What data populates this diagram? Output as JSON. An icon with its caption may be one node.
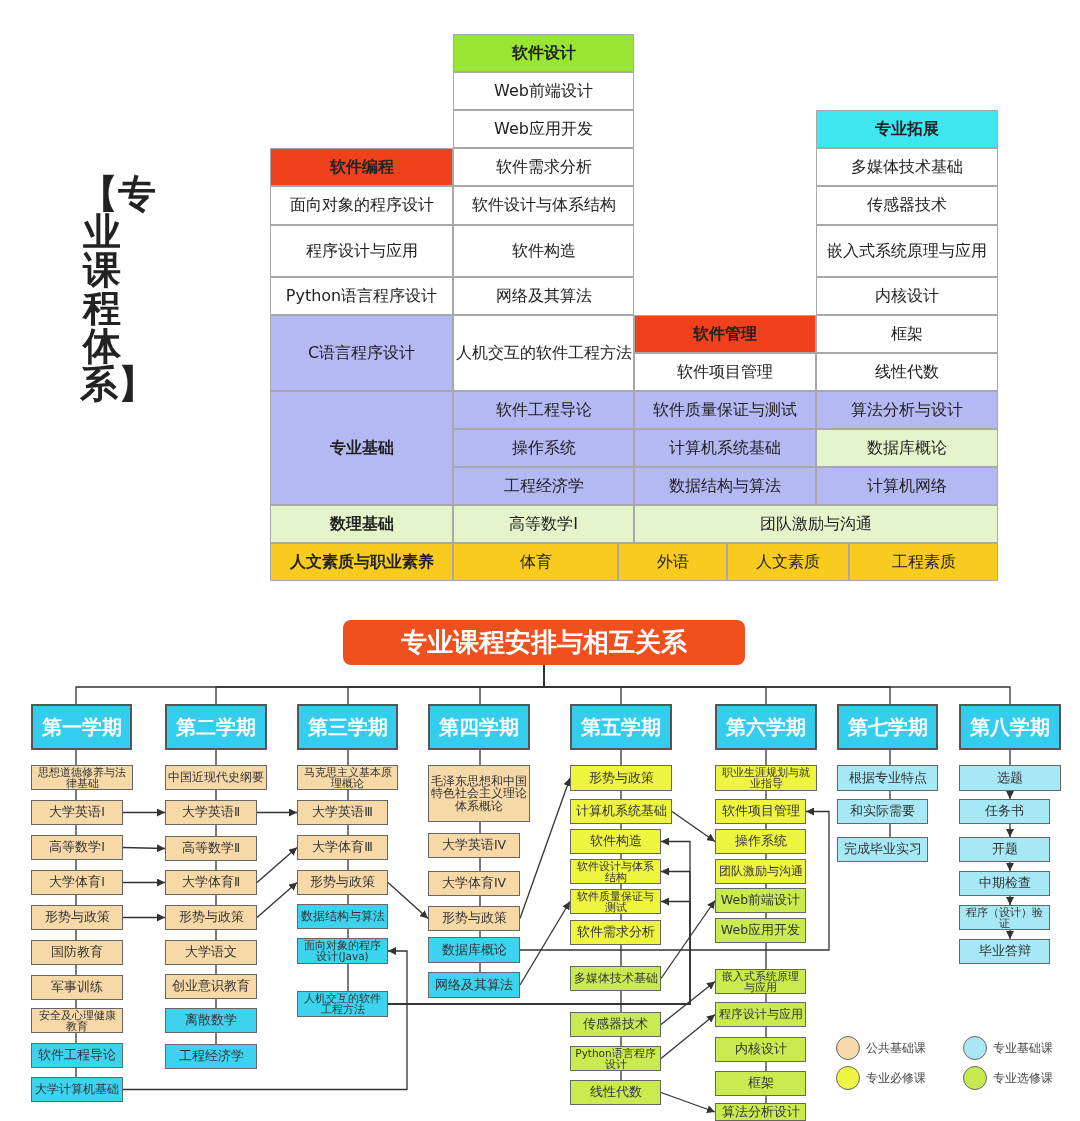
{
  "diagram": {
    "title": "【专业课程体系】",
    "nodes": [
      {
        "text": [
          "软件设计"
        ]
      },
      {
        "text": [
          "Web前端设计"
        ]
      },
      {
        "text": [
          "Web应用开发"
        ]
      },
      {
        "text": [
          "专业拓展"
        ]
      },
      {
        "text": [
          "软件编程"
        ]
      },
      {
        "text": [
          "软件需求分析"
        ]
      },
      {
        "text": [
          "多媒体技术基础"
        ]
      },
      {
        "text": [
          "面向对象的程序设计"
        ]
      },
      {
        "text": [
          "软件设计与体系结构"
        ]
      },
      {
        "text": [
          "传感器技术"
        ]
      },
      {
        "text": [
          "程序设计与应用"
        ]
      },
      {
        "text": [
          "软件构造"
        ]
      },
      {
        "text": [
          "嵌入式系统原理与应用"
        ]
      },
      {
        "text": [
          "Python语言程序设计"
        ]
      },
      {
        "text": [
          "网络及其算法"
        ]
      },
      {
        "text": [
          "内核设计"
        ]
      },
      {
        "text": [
          "C语言程序设计"
        ]
      },
      {
        "text": [
          "人机交互的软件工程方法"
        ]
      },
      {
        "text": [
          "软件管理"
        ]
      },
      {
        "text": [
          "框架"
        ]
      },
      {
        "text": [
          "软件项目管理"
        ]
      },
      {
        "text": [
          "线性代数"
        ]
      },
      {
        "text": [
          "专业基础"
        ]
      },
      {
        "text": [
          "软件工程导论"
        ]
      },
      {
        "text": [
          "软件质量保证与测试"
        ]
      },
      {
        "text": [
          "算法分析与设计"
        ]
      },
      {
        "text": [
          "操作系统"
        ]
      },
      {
        "text": [
          "计算机系统基础"
        ]
      },
      {
        "text": [
          "数据库概论"
        ]
      },
      {
        "text": [
          "工程经济学"
        ]
      },
      {
        "text": [
          "数据结构与算法"
        ]
      },
      {
        "text": [
          "计算机网络"
        ]
      },
      {
        "text": [
          "数理基础"
        ]
      },
      {
        "text": [
          "高等数学Ⅰ"
        ]
      },
      {
        "text": [
          "团队激励与沟通"
        ]
      },
      {
        "text": [
          "人文素质与职业素养"
        ]
      },
      {
        "text": [
          "体育"
        ]
      },
      {
        "text": [
          "外语"
        ]
      },
      {
        "text": [
          "人文素质"
        ]
      },
      {
        "text": [
          "工程素质"
        ]
      },
      {
        "text": [
          "专业课程安排与相互关系"
        ]
      },
      {
        "text": [
          "第一学期"
        ]
      },
      {
        "text": [
          "思想道德修养与法律基础"
        ]
      },
      {
        "text": [
          "大学英语Ⅰ"
        ]
      },
      {
        "text": [
          "高等数学Ⅰ"
        ]
      },
      {
        "text": [
          "大学体育Ⅰ"
        ]
      },
      {
        "text": [
          "形势与政策"
        ]
      },
      {
        "text": [
          "国防教育"
        ]
      },
      {
        "text": [
          "军事训练"
        ]
      },
      {
        "text": [
          "安全及心理健康教育"
        ]
      },
      {
        "text": [
          "软件工程导论"
        ]
      },
      {
        "text": [
          "大学计算机基础"
        ]
      },
      {
        "text": [
          "第二学期"
        ]
      },
      {
        "text": [
          "中国近现代史纲要"
        ]
      },
      {
        "text": [
          "大学英语Ⅱ"
        ]
      },
      {
        "text": [
          "高等数学Ⅱ"
        ]
      },
      {
        "text": [
          "大学体育Ⅱ"
        ]
      },
      {
        "text": [
          "形势与政策"
        ]
      },
      {
        "text": [
          "大学语文"
        ]
      },
      {
        "text": [
          "创业意识教育"
        ]
      },
      {
        "text": [
          "离散数学"
        ]
      },
      {
        "text": [
          "工程经济学"
        ]
      },
      {
        "text": [
          "第三学期"
        ]
      },
      {
        "text": [
          "马克思主义基本原理概论"
        ]
      },
      {
        "text": [
          "大学英语Ⅲ"
        ]
      },
      {
        "text": [
          "大学体育Ⅲ"
        ]
      },
      {
        "text": [
          "形势与政策"
        ]
      },
      {
        "text": [
          "数据结构与算法"
        ]
      },
      {
        "text": [
          "面向对象的程序设计(Java)"
        ]
      },
      {
        "text": [
          "人机交互的软件工程方法"
        ]
      },
      {
        "text": [
          "第四学期"
        ]
      },
      {
        "text": [
          "毛泽东思想和中国特色社会主义理论体系概论"
        ]
      },
      {
        "text": [
          "大学英语IV"
        ]
      },
      {
        "text": [
          "大学体育IV"
        ]
      },
      {
        "text": [
          "形势与政策"
        ]
      },
      {
        "text": [
          "数据库概论"
        ]
      },
      {
        "text": [
          "网络及其算法"
        ]
      },
      {
        "text": [
          "第五学期"
        ]
      },
      {
        "text": [
          "形势与政策"
        ]
      },
      {
        "text": [
          "计算机系统基础"
        ]
      },
      {
        "text": [
          "软件构造"
        ]
      },
      {
        "text": [
          "软件设计与体系结构"
        ]
      },
      {
        "text": [
          "软件质量保证与测试"
        ]
      },
      {
        "text": [
          "软件需求分析"
        ]
      },
      {
        "text": [
          "多媒体技术基础"
        ]
      },
      {
        "text": [
          "传感器技术"
        ]
      },
      {
        "text": [
          "Python语言程序设计"
        ]
      },
      {
        "text": [
          "线性代数"
        ]
      },
      {
        "text": [
          "第六学期"
        ]
      },
      {
        "text": [
          "职业生涯规划与就业指导"
        ]
      },
      {
        "text": [
          "软件项目管理"
        ]
      },
      {
        "text": [
          "操作系统"
        ]
      },
      {
        "text": [
          "团队激励与沟通"
        ]
      },
      {
        "text": [
          "Web前端设计"
        ]
      },
      {
        "text": [
          "Web应用开发"
        ]
      },
      {
        "text": [
          "嵌入式系统原理与应用"
        ]
      },
      {
        "text": [
          "程序设计与应用"
        ]
      },
      {
        "text": [
          "内核设计"
        ]
      },
      {
        "text": [
          "框架"
        ]
      },
      {
        "text": [
          "算法分析设计"
        ]
      },
      {
        "text": [
          "第七学期"
        ]
      },
      {
        "text": [
          "根据专业特点"
        ]
      },
      {
        "text": [
          "和实际需要"
        ]
      },
      {
        "text": [
          "完成毕业实习"
        ]
      },
      {
        "text": [
          "第八学期"
        ]
      },
      {
        "text": [
          "选题"
        ]
      },
      {
        "text": [
          "任务书"
        ]
      },
      {
        "text": [
          "开题"
        ]
      },
      {
        "text": [
          "中期检查"
        ]
      },
      {
        "text": [
          "程序（设计）验证"
        ]
      },
      {
        "text": [
          "毕业答辩"
        ]
      }
    ],
    "edges": [
      {
        "from": 40,
        "to": 41,
        "arrow": "none"
      },
      {
        "from": 40,
        "to": 52,
        "arrow": "none"
      },
      {
        "from": 40,
        "to": 62,
        "arrow": "none"
      },
      {
        "from": 40,
        "to": 70,
        "arrow": "none"
      },
      {
        "from": 40,
        "to": 77,
        "arrow": "none"
      },
      {
        "from": 40,
        "to": 88,
        "arrow": "none"
      },
      {
        "from": 40,
        "to": 100,
        "arrow": "none"
      },
      {
        "from": 40,
        "to": 104,
        "arrow": "none"
      },
      {
        "from": 41,
        "to": 42,
        "arrow": "none"
      },
      {
        "from": 42,
        "to": 43,
        "arrow": "none"
      },
      {
        "from": 43,
        "to": 44,
        "arrow": "none"
      },
      {
        "from": 44,
        "to": 45,
        "arrow": "none"
      },
      {
        "from": 45,
        "to": 46,
        "arrow": "none"
      },
      {
        "from": 46,
        "to": 47,
        "arrow": "none"
      },
      {
        "from": 47,
        "to": 48,
        "arrow": "none"
      },
      {
        "from": 48,
        "to": 49,
        "arrow": "none"
      },
      {
        "from": 49,
        "to": 50,
        "arrow": "none"
      },
      {
        "from": 50,
        "to": 51,
        "arrow": "none"
      },
      {
        "from": 52,
        "to": 53,
        "arrow": "none"
      },
      {
        "from": 53,
        "to": 54,
        "arrow": "none"
      },
      {
        "from": 54,
        "to": 55,
        "arrow": "none"
      },
      {
        "from": 55,
        "to": 56,
        "arrow": "none"
      },
      {
        "from": 56,
        "to": 57,
        "arrow": "none"
      },
      {
        "from": 57,
        "to": 58,
        "arrow": "none"
      },
      {
        "from": 58,
        "to": 59,
        "arrow": "none"
      },
      {
        "from": 59,
        "to": 60,
        "arrow": "none"
      },
      {
        "from": 60,
        "to": 61,
        "arrow": "none"
      },
      {
        "from": 62,
        "to": 63,
        "arrow": "none"
      },
      {
        "from": 63,
        "to": 64,
        "arrow": "none"
      },
      {
        "from": 64,
        "to": 65,
        "arrow": "none"
      },
      {
        "from": 65,
        "to": 66,
        "arrow": "none"
      },
      {
        "from": 66,
        "to": 67,
        "arrow": "none"
      },
      {
        "from": 67,
        "to": 68,
        "arrow": "none"
      },
      {
        "from": 68,
        "to": 69,
        "arrow": "none"
      },
      {
        "from": 70,
        "to": 71,
        "arrow": "none"
      },
      {
        "from": 71,
        "to": 72,
        "arrow": "none"
      },
      {
        "from": 72,
        "to": 73,
        "arrow": "none"
      },
      {
        "from": 73,
        "to": 74,
        "arrow": "none"
      },
      {
        "from": 74,
        "to": 75,
        "arrow": "none"
      },
      {
        "from": 75,
        "to": 76,
        "arrow": "none"
      },
      {
        "from": 77,
        "to": 78,
        "arrow": "none"
      },
      {
        "from": 78,
        "to": 79,
        "arrow": "none"
      },
      {
        "from": 79,
        "to": 80,
        "arrow": "none"
      },
      {
        "from": 80,
        "to": 81,
        "arrow": "none"
      },
      {
        "from": 81,
        "to": 82,
        "arrow": "none"
      },
      {
        "from": 82,
        "to": 83,
        "arrow": "none"
      },
      {
        "from": 83,
        "to": 84,
        "arrow": "none"
      },
      {
        "from": 84,
        "to": 85,
        "arrow": "none"
      },
      {
        "from": 85,
        "to": 86,
        "arrow": "none"
      },
      {
        "from": 86,
        "to": 87,
        "arrow": "none"
      },
      {
        "from": 88,
        "to": 89,
        "arrow": "none"
      },
      {
        "from": 89,
        "to": 90,
        "arrow": "none"
      },
      {
        "from": 90,
        "to": 91,
        "arrow": "none"
      },
      {
        "from": 91,
        "to": 92,
        "arrow": "none"
      },
      {
        "from": 92,
        "to": 93,
        "arrow": "none"
      },
      {
        "from": 93,
        "to": 94,
        "arrow": "none"
      },
      {
        "from": 94,
        "to": 95,
        "arrow": "none"
      },
      {
        "from": 95,
        "to": 96,
        "arrow": "none"
      },
      {
        "from": 96,
        "to": 97,
        "arrow": "none"
      },
      {
        "from": 97,
        "to": 98,
        "arrow": "none"
      },
      {
        "from": 98,
        "to": 99,
        "arrow": "none"
      },
      {
        "from": 100,
        "to": 101,
        "arrow": "none"
      },
      {
        "from": 101,
        "to": 102,
        "arrow": "none"
      },
      {
        "from": 102,
        "to": 103,
        "arrow": "none"
      },
      {
        "from": 104,
        "to": 105,
        "arrow": "none"
      },
      {
        "from": 105,
        "to": 106,
        "arrow": "to"
      },
      {
        "from": 106,
        "to": 107,
        "arrow": "to"
      },
      {
        "from": 107,
        "to": 108,
        "arrow": "to"
      },
      {
        "from": 108,
        "to": 109,
        "arrow": "to"
      },
      {
        "from": 109,
        "to": 110,
        "arrow": "to"
      },
      {
        "from": 43,
        "to": 54,
        "arrow": "to"
      },
      {
        "from": 44,
        "to": 55,
        "arrow": "to"
      },
      {
        "from": 45,
        "to": 56,
        "arrow": "to"
      },
      {
        "from": 46,
        "to": 57,
        "arrow": "to"
      },
      {
        "from": 54,
        "to": 64,
        "arrow": "to"
      },
      {
        "from": 56,
        "to": 65,
        "arrow": "to"
      },
      {
        "from": 57,
        "to": 66,
        "arrow": "to"
      },
      {
        "from": 66,
        "to": 74,
        "arrow": "to"
      },
      {
        "from": 51,
        "to": 68,
        "arrow": "to"
      },
      {
        "from": 69,
        "to": 80,
        "arrow": "to"
      },
      {
        "from": 69,
        "to": 81,
        "arrow": "to"
      },
      {
        "from": 69,
        "to": 82,
        "arrow": "to"
      },
      {
        "from": 74,
        "to": 78,
        "arrow": "to"
      },
      {
        "from": 76,
        "to": 82,
        "arrow": "to"
      },
      {
        "from": 75,
        "to": 90,
        "arrow": "to"
      },
      {
        "from": 79,
        "to": 91,
        "arrow": "to"
      },
      {
        "from": 84,
        "to": 93,
        "arrow": "to"
      },
      {
        "from": 85,
        "to": 95,
        "arrow": "to"
      },
      {
        "from": 86,
        "to": 96,
        "arrow": "to"
      },
      {
        "from": 87,
        "to": 99,
        "arrow": "to"
      }
    ],
    "legend": [
      {
        "text": "公共基础课",
        "color": "#f8d8a8"
      },
      {
        "text": "专业基础课",
        "color": "#a8e8f5"
      },
      {
        "text": "专业必修课",
        "color": "#eef542"
      },
      {
        "text": "专业选修课",
        "color": "#c6ea52"
      }
    ]
  }
}
